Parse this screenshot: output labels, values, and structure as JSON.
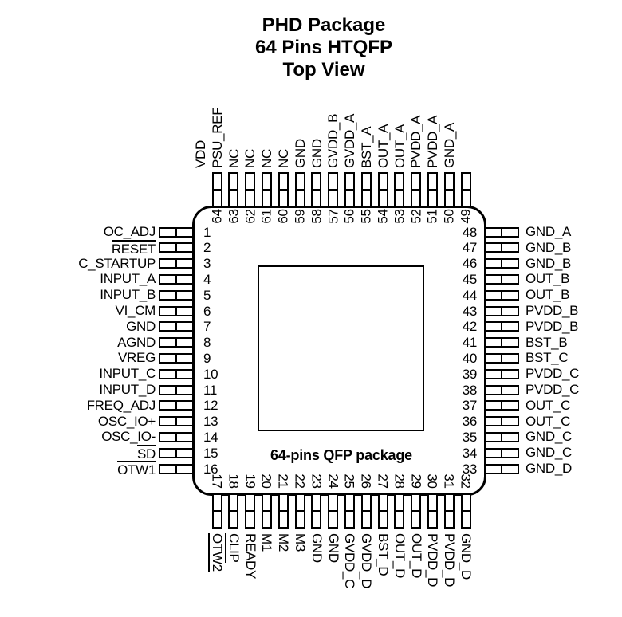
{
  "title": {
    "lines": [
      "PHD Package",
      "64 Pins HTQFP",
      "Top View"
    ]
  },
  "package": {
    "inner_label": "64-pins QFP package"
  },
  "colors": {
    "ink": "#000000",
    "background": "#ffffff"
  },
  "pins": {
    "left": [
      {
        "num": "1",
        "label": "OC_ADJ",
        "overline": false
      },
      {
        "num": "2",
        "label": "RESET",
        "overline": true
      },
      {
        "num": "3",
        "label": "C_STARTUP",
        "overline": false
      },
      {
        "num": "4",
        "label": "INPUT_A",
        "overline": false
      },
      {
        "num": "5",
        "label": "INPUT_B",
        "overline": false
      },
      {
        "num": "6",
        "label": "VI_CM",
        "overline": false
      },
      {
        "num": "7",
        "label": "GND",
        "overline": false
      },
      {
        "num": "8",
        "label": "AGND",
        "overline": false
      },
      {
        "num": "9",
        "label": "VREG",
        "overline": false
      },
      {
        "num": "10",
        "label": "INPUT_C",
        "overline": false
      },
      {
        "num": "11",
        "label": "INPUT_D",
        "overline": false
      },
      {
        "num": "12",
        "label": "FREQ_ADJ",
        "overline": false
      },
      {
        "num": "13",
        "label": "OSC_IO+",
        "overline": false
      },
      {
        "num": "14",
        "label": "OSC_IO-",
        "overline": false
      },
      {
        "num": "15",
        "label": "SD",
        "overline": true
      },
      {
        "num": "16",
        "label": "OTW1",
        "overline": true
      }
    ],
    "top": [
      {
        "num": "64",
        "label": "VDD",
        "overline": false
      },
      {
        "num": "63",
        "label": "PSU_REF",
        "overline": false
      },
      {
        "num": "62",
        "label": "NC",
        "overline": false
      },
      {
        "num": "61",
        "label": "NC",
        "overline": false
      },
      {
        "num": "60",
        "label": "NC",
        "overline": false
      },
      {
        "num": "59",
        "label": "NC",
        "overline": false
      },
      {
        "num": "58",
        "label": "GND",
        "overline": false
      },
      {
        "num": "57",
        "label": "GND",
        "overline": false
      },
      {
        "num": "56",
        "label": "GVDD_B",
        "overline": false
      },
      {
        "num": "55",
        "label": "GVDD_A",
        "overline": false
      },
      {
        "num": "54",
        "label": "BST_A",
        "overline": false
      },
      {
        "num": "53",
        "label": "OUT_A",
        "overline": false
      },
      {
        "num": "52",
        "label": "OUT_A",
        "overline": false
      },
      {
        "num": "51",
        "label": "PVDD_A",
        "overline": false
      },
      {
        "num": "50",
        "label": "PVDD_A",
        "overline": false
      },
      {
        "num": "49",
        "label": "GND_A",
        "overline": false
      }
    ],
    "right": [
      {
        "num": "48",
        "label": "GND_A",
        "overline": false
      },
      {
        "num": "47",
        "label": "GND_B",
        "overline": false
      },
      {
        "num": "46",
        "label": "GND_B",
        "overline": false
      },
      {
        "num": "45",
        "label": "OUT_B",
        "overline": false
      },
      {
        "num": "44",
        "label": "OUT_B",
        "overline": false
      },
      {
        "num": "43",
        "label": "PVDD_B",
        "overline": false
      },
      {
        "num": "42",
        "label": "PVDD_B",
        "overline": false
      },
      {
        "num": "41",
        "label": "BST_B",
        "overline": false
      },
      {
        "num": "40",
        "label": "BST_C",
        "overline": false
      },
      {
        "num": "39",
        "label": "PVDD_C",
        "overline": false
      },
      {
        "num": "38",
        "label": "PVDD_C",
        "overline": false
      },
      {
        "num": "37",
        "label": "OUT_C",
        "overline": false
      },
      {
        "num": "36",
        "label": "OUT_C",
        "overline": false
      },
      {
        "num": "35",
        "label": "GND_C",
        "overline": false
      },
      {
        "num": "34",
        "label": "GND_C",
        "overline": false
      },
      {
        "num": "33",
        "label": "GND_D",
        "overline": false
      }
    ],
    "bottom": [
      {
        "num": "17",
        "label": "OTW2",
        "overline": true
      },
      {
        "num": "18",
        "label": "CLIP",
        "overline": true
      },
      {
        "num": "19",
        "label": "READY",
        "overline": false
      },
      {
        "num": "20",
        "label": "M1",
        "overline": false
      },
      {
        "num": "21",
        "label": "M2",
        "overline": false
      },
      {
        "num": "22",
        "label": "M3",
        "overline": false
      },
      {
        "num": "23",
        "label": "GND",
        "overline": false
      },
      {
        "num": "24",
        "label": "GND",
        "overline": false
      },
      {
        "num": "25",
        "label": "GVDD_C",
        "overline": false
      },
      {
        "num": "26",
        "label": "GVDD_D",
        "overline": false
      },
      {
        "num": "27",
        "label": "BST_D",
        "overline": false
      },
      {
        "num": "28",
        "label": "OUT_D",
        "overline": false
      },
      {
        "num": "29",
        "label": "OUT_D",
        "overline": false
      },
      {
        "num": "30",
        "label": "PVDD_D",
        "overline": false
      },
      {
        "num": "31",
        "label": "PVDD_D",
        "overline": false
      },
      {
        "num": "32",
        "label": "GND_D",
        "overline": false
      }
    ]
  }
}
